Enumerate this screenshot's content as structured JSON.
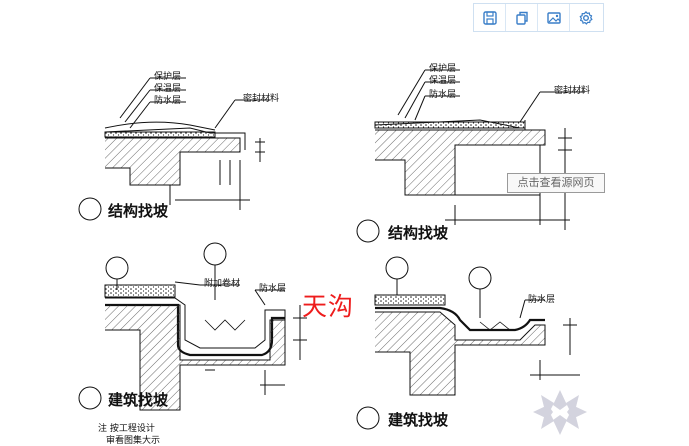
{
  "toolbar": {
    "buttons": [
      {
        "icon": "save-icon"
      },
      {
        "icon": "copy-icon"
      },
      {
        "icon": "image-icon"
      },
      {
        "icon": "gear-icon"
      }
    ],
    "accent": "#3a7ec8"
  },
  "tooltip": {
    "text": "点击查看源网页"
  },
  "overlay": {
    "gutter_label": "天沟",
    "color": "#ee1c1c"
  },
  "drawing": {
    "top_left": {
      "caption": "结构找坡",
      "labels": [
        "保护层",
        "保温层",
        "防水层",
        "密封材料"
      ]
    },
    "top_right": {
      "caption": "结构找坡",
      "labels": [
        "保护层",
        "保温层",
        "防水层",
        "密封材料"
      ]
    },
    "bottom_left": {
      "caption": "建筑找坡",
      "labels": [
        "附加卷材",
        "防水层"
      ]
    },
    "bottom_right": {
      "caption": "建筑找坡",
      "labels": [
        "防水层"
      ]
    },
    "note": {
      "line1": "注  按工程设计",
      "line2": "审看图集大示"
    }
  }
}
